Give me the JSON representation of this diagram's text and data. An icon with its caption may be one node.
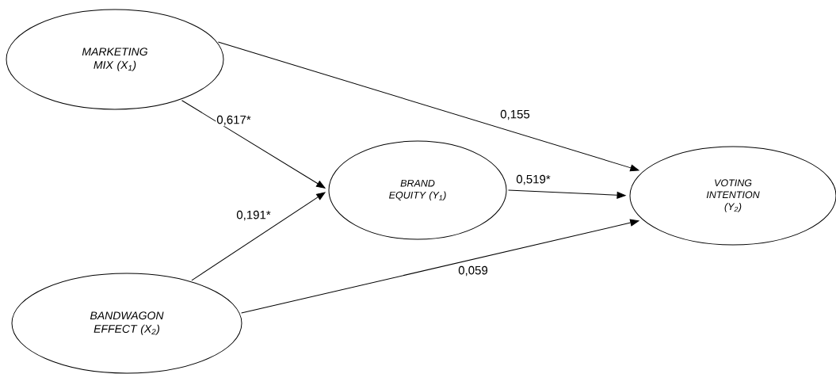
{
  "diagram": {
    "nodes": [
      {
        "text": [
          "MARKETING MIX (X$_{1}$)"
        ]
      },
      {
        "text": [
          "BANDWAGON EFFECT (X$_{2}$)"
        ]
      },
      {
        "text": [
          "BRAND EQUITY (Y$_{1}$)"
        ]
      },
      {
        "text": [
          "VOTING INTENTION (Y$_{2}$)"
        ]
      }
    ],
    "edges": [
      {
        "from": 0,
        "to": 2,
        "arrow": "to",
        "label": "0,617*"
      },
      {
        "from": 1,
        "to": 2,
        "arrow": "to",
        "label": "0,191*"
      },
      {
        "from": 0,
        "to": 3,
        "arrow": "to",
        "label": "0,155"
      },
      {
        "from": 2,
        "to": 3,
        "arrow": "to",
        "label": "0,519*"
      },
      {
        "from": 1,
        "to": 3,
        "arrow": "to",
        "label": "0,059"
      }
    ]
  }
}
